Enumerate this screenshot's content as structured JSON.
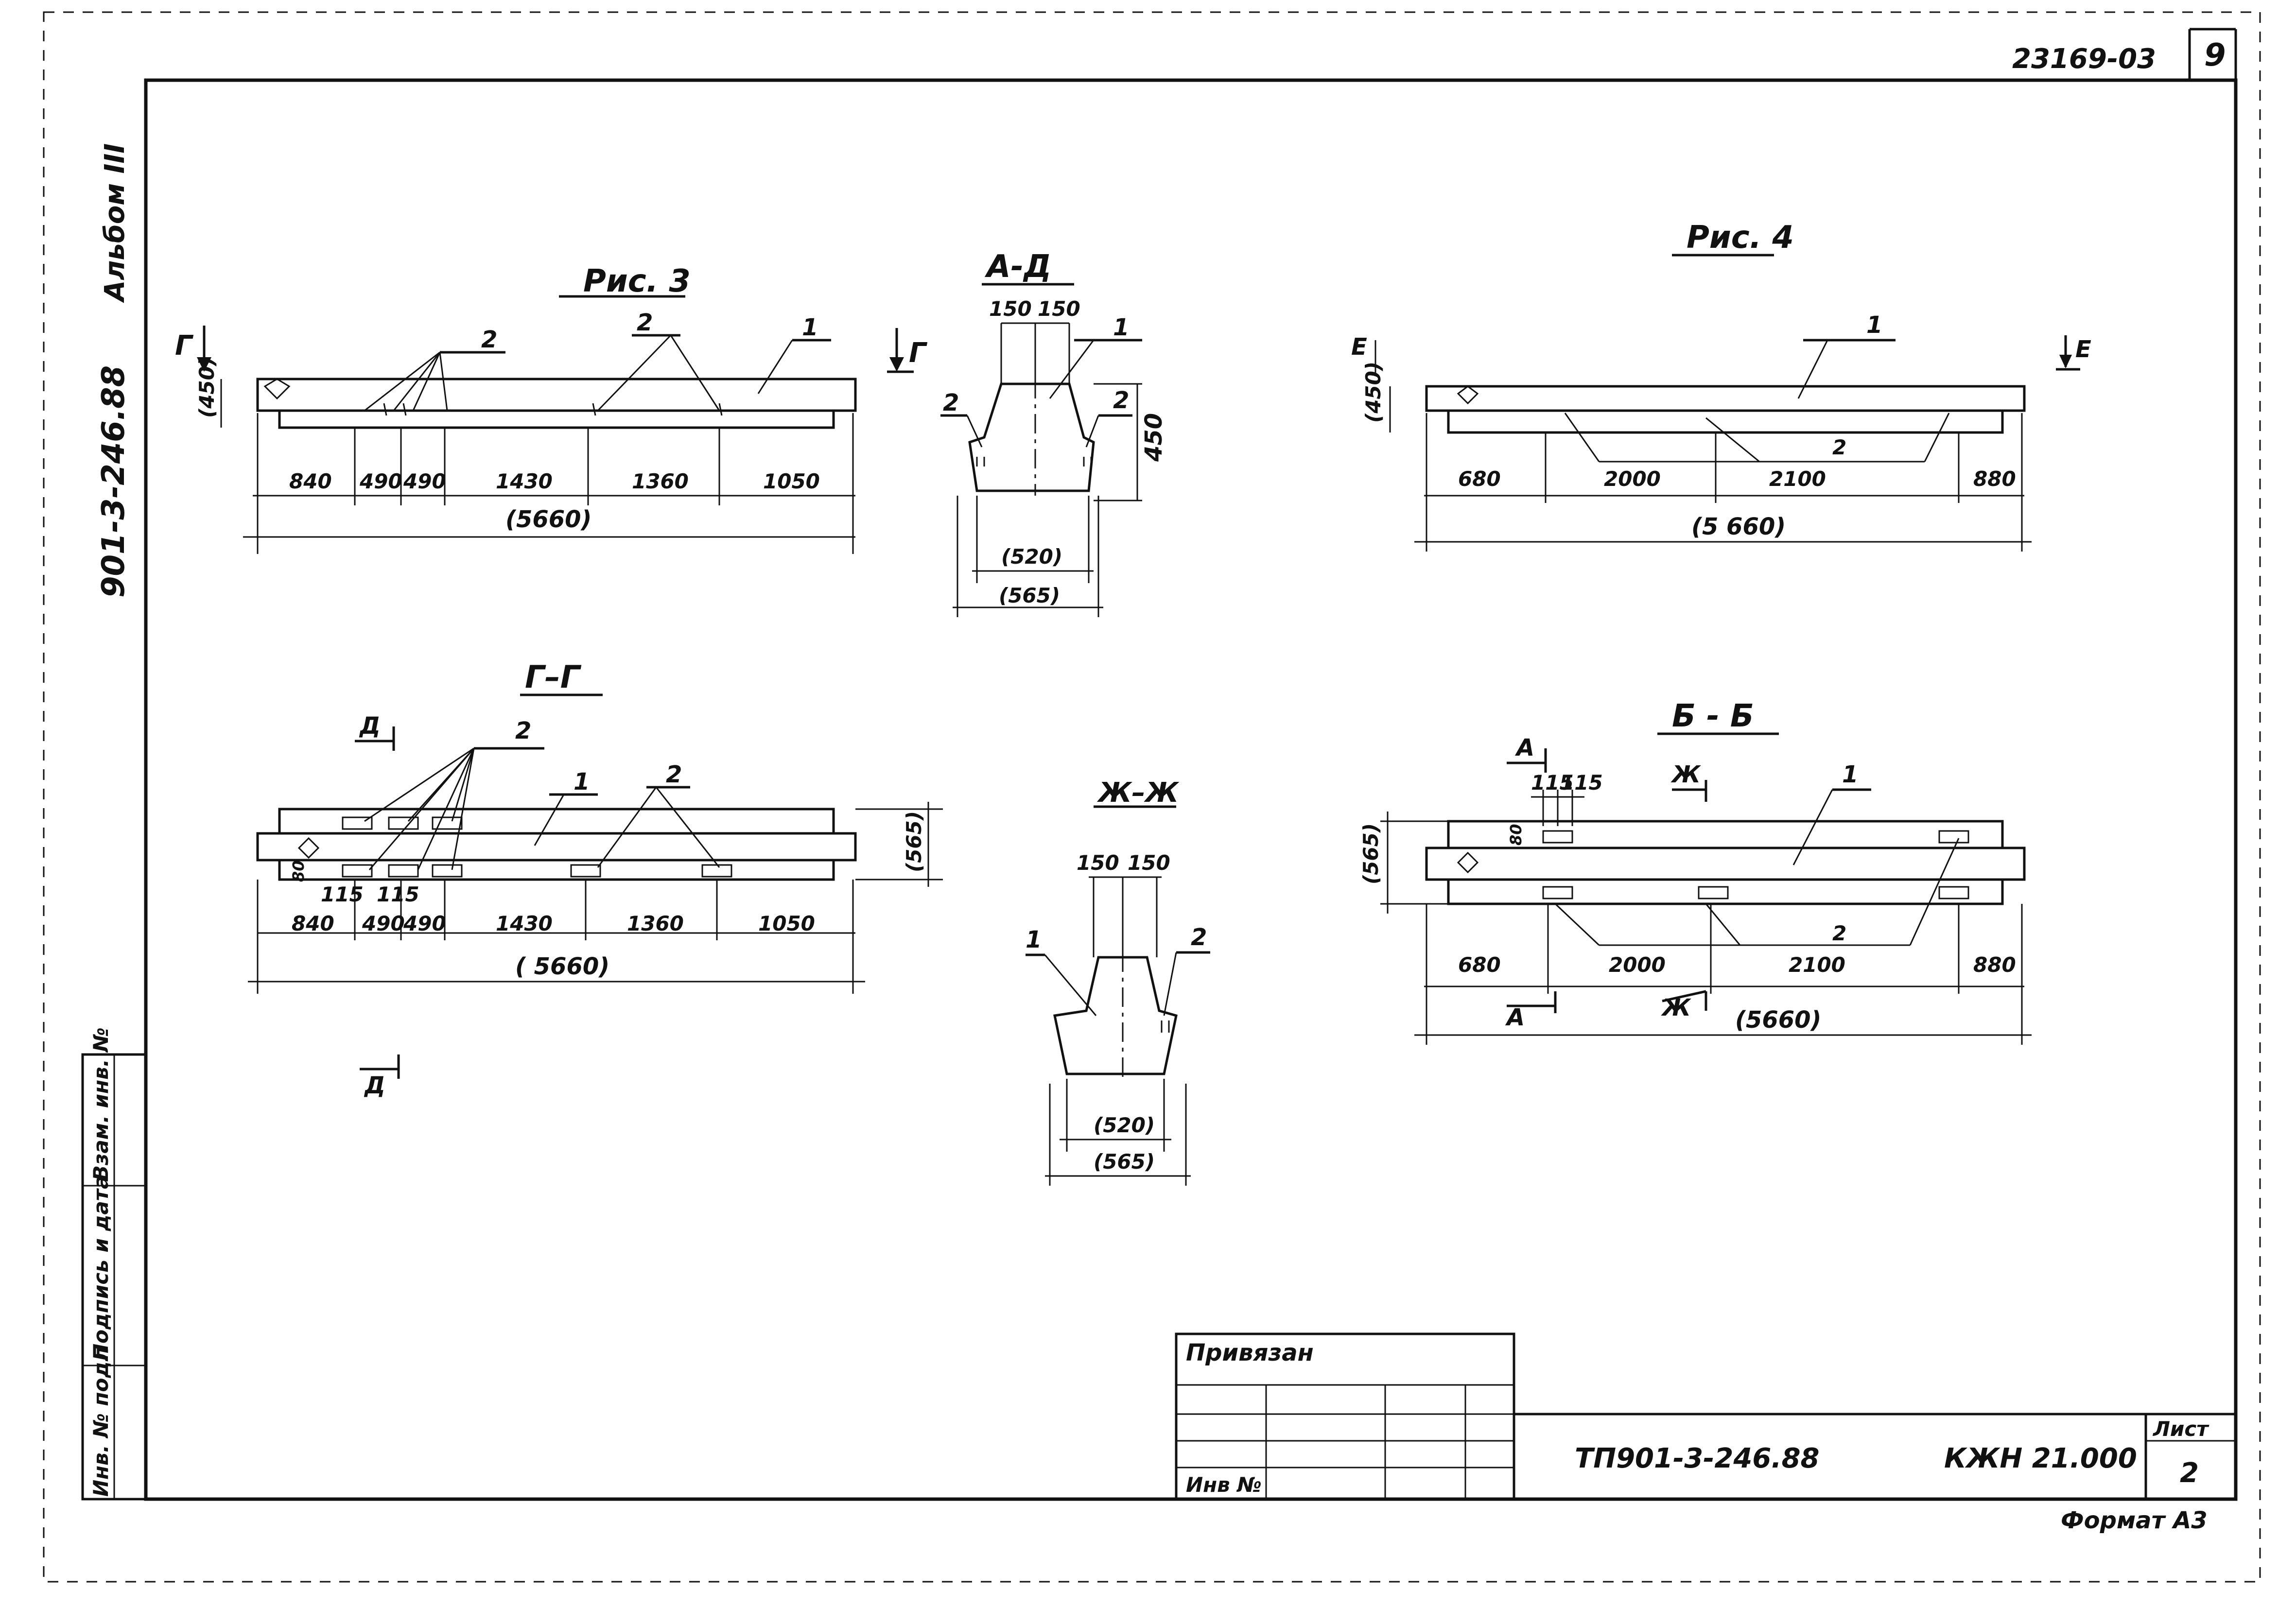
{
  "sheet": {
    "doc_number": "23169-03",
    "page_number": "9",
    "album": "Альбом III",
    "project_code": "901-3-246.88",
    "format": "Формат А3"
  },
  "fig3": {
    "title": "Рис. 3",
    "section_mark": "Г",
    "callout_1": "1",
    "callout_2a": "2",
    "callout_2b": "2",
    "height": "(450)",
    "dims": [
      "840",
      "490",
      "490",
      "1430",
      "1360",
      "1050"
    ],
    "total": "(5660)"
  },
  "secAA": {
    "title": "А-Д",
    "top_dims": [
      "150",
      "150"
    ],
    "callout_1": "1",
    "callout_2l": "2",
    "callout_2r": "2",
    "height": "450",
    "inner_width": "(520)",
    "outer_width": "(565)"
  },
  "fig4": {
    "title": "Рис. 4",
    "section_mark": "Е",
    "callout_1": "1",
    "callout_2": "2",
    "height": "(450)",
    "dims": [
      "680",
      "2000",
      "2100",
      "880"
    ],
    "total": "(5 660)"
  },
  "secGG": {
    "title": "Г–Г",
    "cut_mark": "Д",
    "callout_2a": "2",
    "callout_1": "1",
    "callout_2b": "2",
    "height": "(565)",
    "small_dims": [
      "115",
      "115"
    ],
    "gap": "80",
    "dims": [
      "840",
      "490",
      "490",
      "1430",
      "1360",
      "1050"
    ],
    "total": "( 5660)"
  },
  "secZZ": {
    "title": "Ж–Ж",
    "top_dims": [
      "150",
      "150"
    ],
    "callout_1": "1",
    "callout_2": "2",
    "inner_width": "(520)",
    "outer_width": "(565)"
  },
  "secBB": {
    "title": "Б - Б",
    "cut_mark_a": "А",
    "cut_mark_zh": "Ж",
    "callout_1": "1",
    "callout_2": "2",
    "small_dims": [
      "115",
      "115"
    ],
    "gap": "80",
    "height": "(565)",
    "dims": [
      "680",
      "2000",
      "2100",
      "880"
    ],
    "total": "(5660)"
  },
  "stamp": {
    "bound_label": "Привязан",
    "inv_label": "Инв №",
    "project": "ТП901-3-246.88",
    "code": "КЖН 21.000",
    "sheet_label": "Лист",
    "sheet_no": "2"
  },
  "side_stamp": {
    "labels": [
      "Инв. № подл",
      "Подпись и дата",
      "Взам. инв. №"
    ]
  }
}
